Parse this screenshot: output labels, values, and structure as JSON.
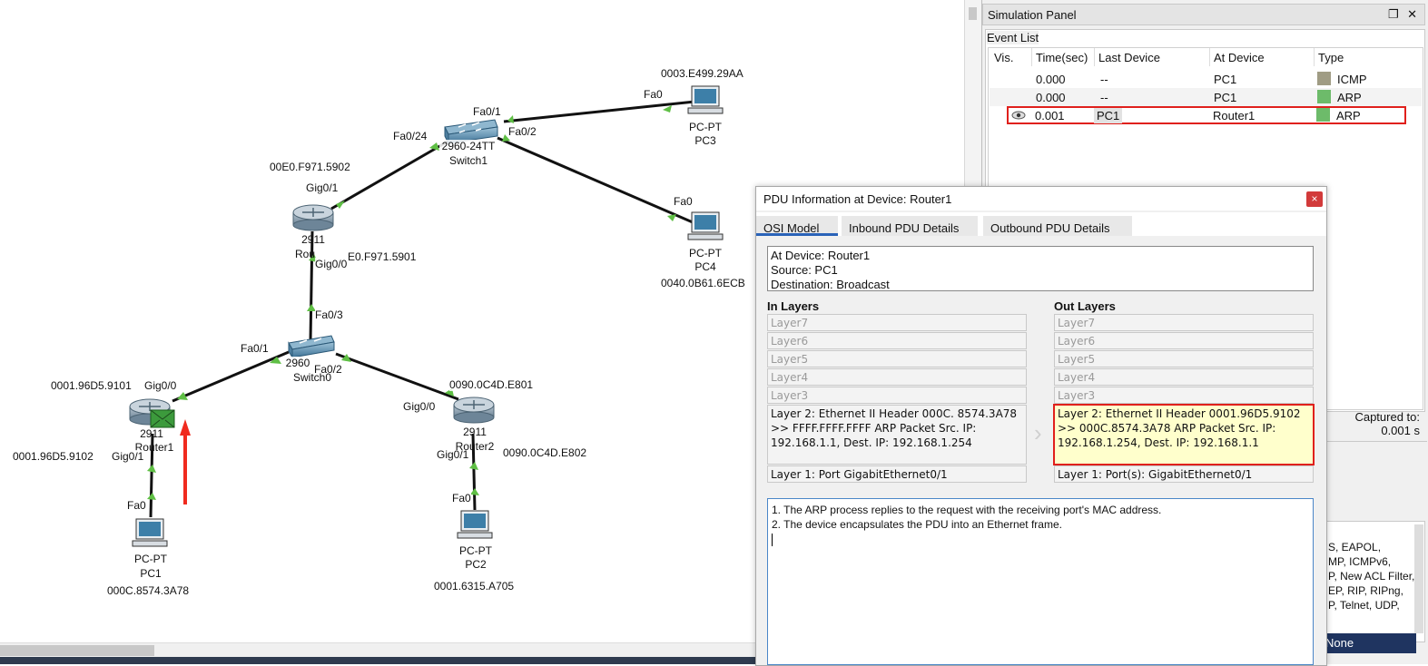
{
  "topology": {
    "devices": [
      {
        "name": "PC3",
        "type": "PC-PT",
        "mac": "0003.E499.29AA"
      },
      {
        "name": "Switch1",
        "type": "2960-24TT"
      },
      {
        "name": "PC4",
        "type": "PC-PT",
        "mac": "0040.0B61.6ECB"
      },
      {
        "name": "Rou",
        "type": "2911"
      },
      {
        "name": "Switch0",
        "type": "2960"
      },
      {
        "name": "Router1",
        "type": "2911"
      },
      {
        "name": "Router2",
        "type": "2911"
      },
      {
        "name": "PC1",
        "type": "PC-PT",
        "mac": "000C.8574.3A78"
      },
      {
        "name": "PC2",
        "type": "PC-PT",
        "mac": "0001.6315.A705"
      }
    ],
    "port_labels": {
      "pc3_fa0": "Fa0",
      "sw1_fa01": "Fa0/1",
      "sw1_fa02": "Fa0/2",
      "sw1_fa024": "Fa0/24",
      "pc4_fa0": "Fa0",
      "r0_gig01": "Gig0/1",
      "r0_gig00": "Gig0/0",
      "sw0_fa03": "Fa0/3",
      "sw0_fa01": "Fa0/1",
      "sw0_fa02": "Fa0/2",
      "r1_gig00": "Gig0/0",
      "r1_gig01": "Gig0/1",
      "r2_gig00": "Gig0/0",
      "r2_gig01": "Gig0/1",
      "pc1_fa0": "Fa0",
      "pc2_fa0": "Fa0"
    },
    "addr_labels": {
      "r0_gig01_mac": "00E0.F971.5902",
      "r0_gig00_mac": "E0.F971.5901",
      "r1_gig00_mac": "0001.96D5.9101",
      "r1_gig01_mac": "0001.96D5.9102",
      "r2_gig00_mac": "0090.0C4D.E801",
      "r2_gig01_mac": "0090.0C4D.E802"
    }
  },
  "sim_panel": {
    "title": "Simulation Panel",
    "restore_glyph": "❐",
    "close_glyph": "✕",
    "event_list_label": "Event List",
    "columns": [
      "Vis.",
      "Time(sec)",
      "Last Device",
      "At Device",
      "Type"
    ],
    "events": [
      {
        "vis": "",
        "time": "0.000",
        "last": "--",
        "at": "PC1",
        "type": "ICMP",
        "color": "#a09c84"
      },
      {
        "vis": "",
        "time": "0.000",
        "last": "--",
        "at": "PC1",
        "type": "ARP",
        "color": "#6dbb6a"
      },
      {
        "vis": "eye",
        "time": "0.001",
        "last": "PC1",
        "at": "Router1",
        "type": "ARP",
        "color": "#6dbb6a"
      }
    ],
    "captured_label": "Captured to:",
    "captured_value": "0.001 s",
    "filter_lines": [
      "S, EAPOL,",
      "MP, ICMPv6,",
      "P, New ACL Filter,",
      "EP, RIP, RIPng,",
      "P, Telnet, UDP,"
    ],
    "none_label": "None"
  },
  "pdu": {
    "title": "PDU Information at Device: Router1",
    "close_glyph": "×",
    "tabs": [
      "OSI Model",
      "Inbound PDU Details",
      "Outbound PDU Details"
    ],
    "info": [
      "At Device: Router1",
      "Source: PC1",
      "Destination: Broadcast"
    ],
    "in_title": "In Layers",
    "out_title": "Out Layers",
    "in_layers": [
      "Layer7",
      "Layer6",
      "Layer5",
      "Layer4",
      "Layer3"
    ],
    "out_layers": [
      "Layer7",
      "Layer6",
      "Layer5",
      "Layer4",
      "Layer3"
    ],
    "in_l2": "Layer 2: Ethernet II Header 000C. 8574.3A78 >> FFFF.FFFF.FFFF ARP Packet Src. IP: 192.168.1.1, Dest. IP: 192.168.1.254",
    "out_l2": "Layer 2: Ethernet II Header 0001.96D5.9102 >> 000C.8574.3A78 ARP Packet Src. IP: 192.168.1.254, Dest. IP: 192.168.1.1",
    "in_l1": "Layer 1: Port GigabitEthernet0/1",
    "out_l1": "Layer 1: Port(s): GigabitEthernet0/1",
    "arrow_glyph": "›",
    "description": [
      "1. The ARP process replies to the request with the receiving port's MAC address.",
      "2. The device encapsulates the PDU into an Ethernet frame."
    ]
  }
}
